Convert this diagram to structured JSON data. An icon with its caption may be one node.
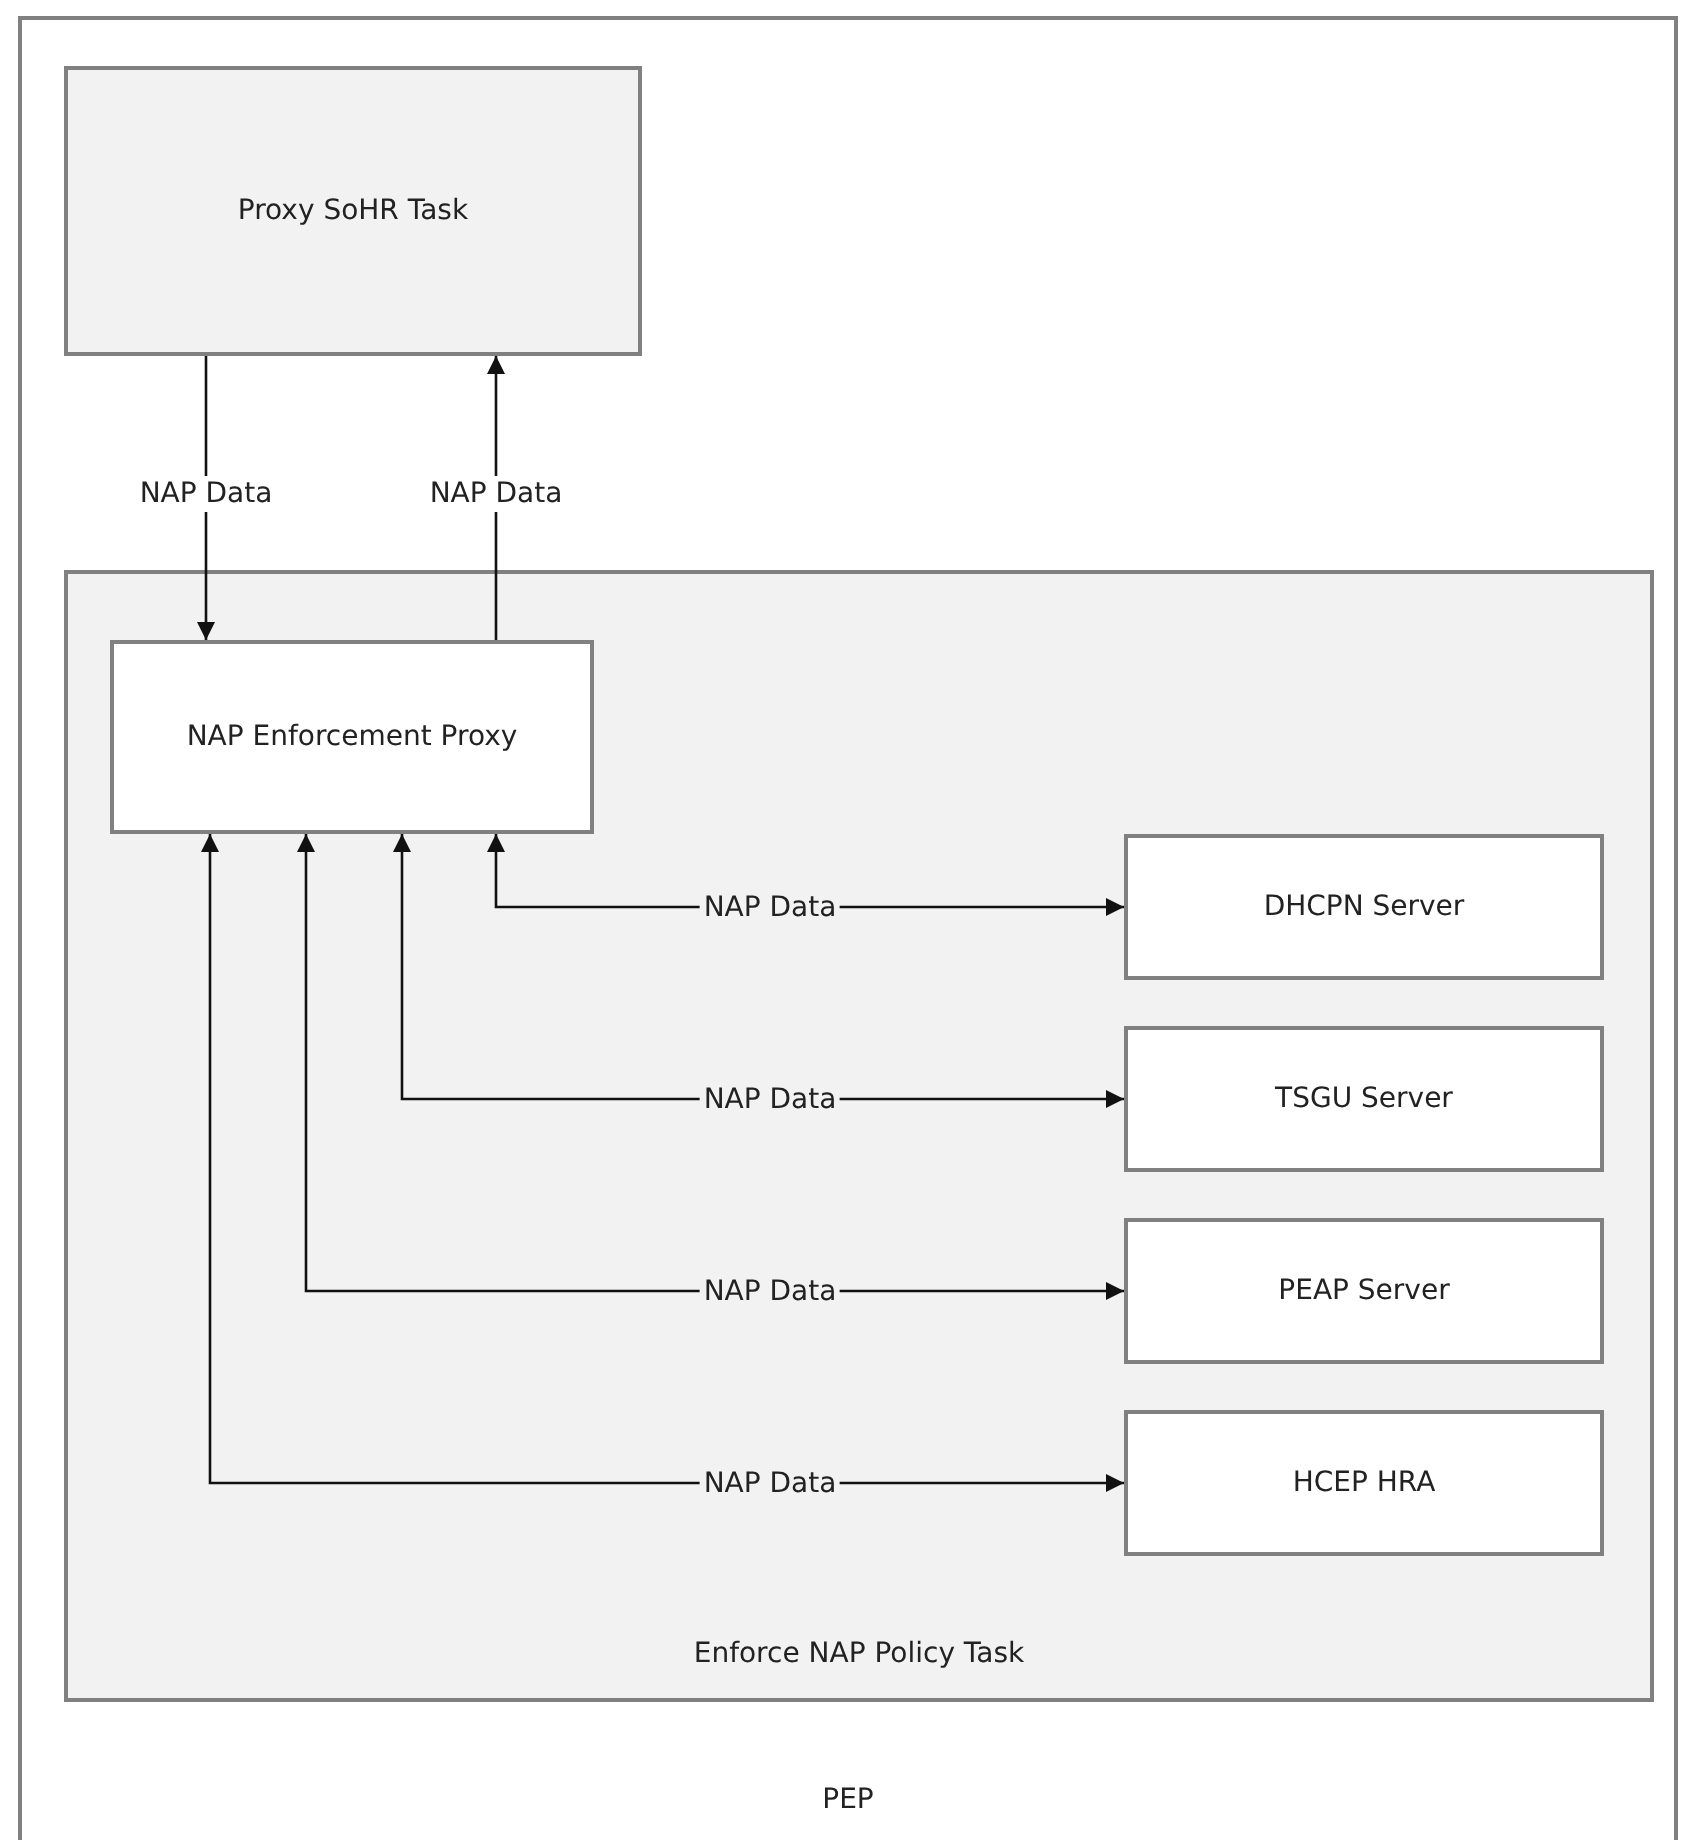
{
  "diagram": {
    "nodes": [
      {
        "text": [
          "PEP"
        ]
      },
      {
        "text": [
          "Proxy SoHR Task"
        ],
        "in": 0
      },
      {
        "text": [
          "Enforce NAP Policy Task"
        ],
        "in": 0
      },
      {
        "text": [
          "NAP Enforcement Proxy"
        ],
        "in": 2
      },
      {
        "text": [
          "DHCPN Server"
        ],
        "in": 2
      },
      {
        "text": [
          "TSGU Server"
        ],
        "in": 2
      },
      {
        "text": [
          "PEAP Server"
        ],
        "in": 2
      },
      {
        "text": [
          "HCEP HRA"
        ],
        "in": 2
      }
    ],
    "edges": [
      {
        "from": 1,
        "to": 3,
        "arrow": "to",
        "label": "NAP Data"
      },
      {
        "from": 3,
        "to": 1,
        "arrow": "to",
        "label": "NAP Data"
      },
      {
        "from": 3,
        "to": 4,
        "arrow": "both",
        "label": "NAP Data"
      },
      {
        "from": 3,
        "to": 5,
        "arrow": "both",
        "label": "NAP Data"
      },
      {
        "from": 3,
        "to": 6,
        "arrow": "both",
        "label": "NAP Data"
      },
      {
        "from": 3,
        "to": 7,
        "arrow": "both",
        "label": "NAP Data"
      }
    ]
  }
}
